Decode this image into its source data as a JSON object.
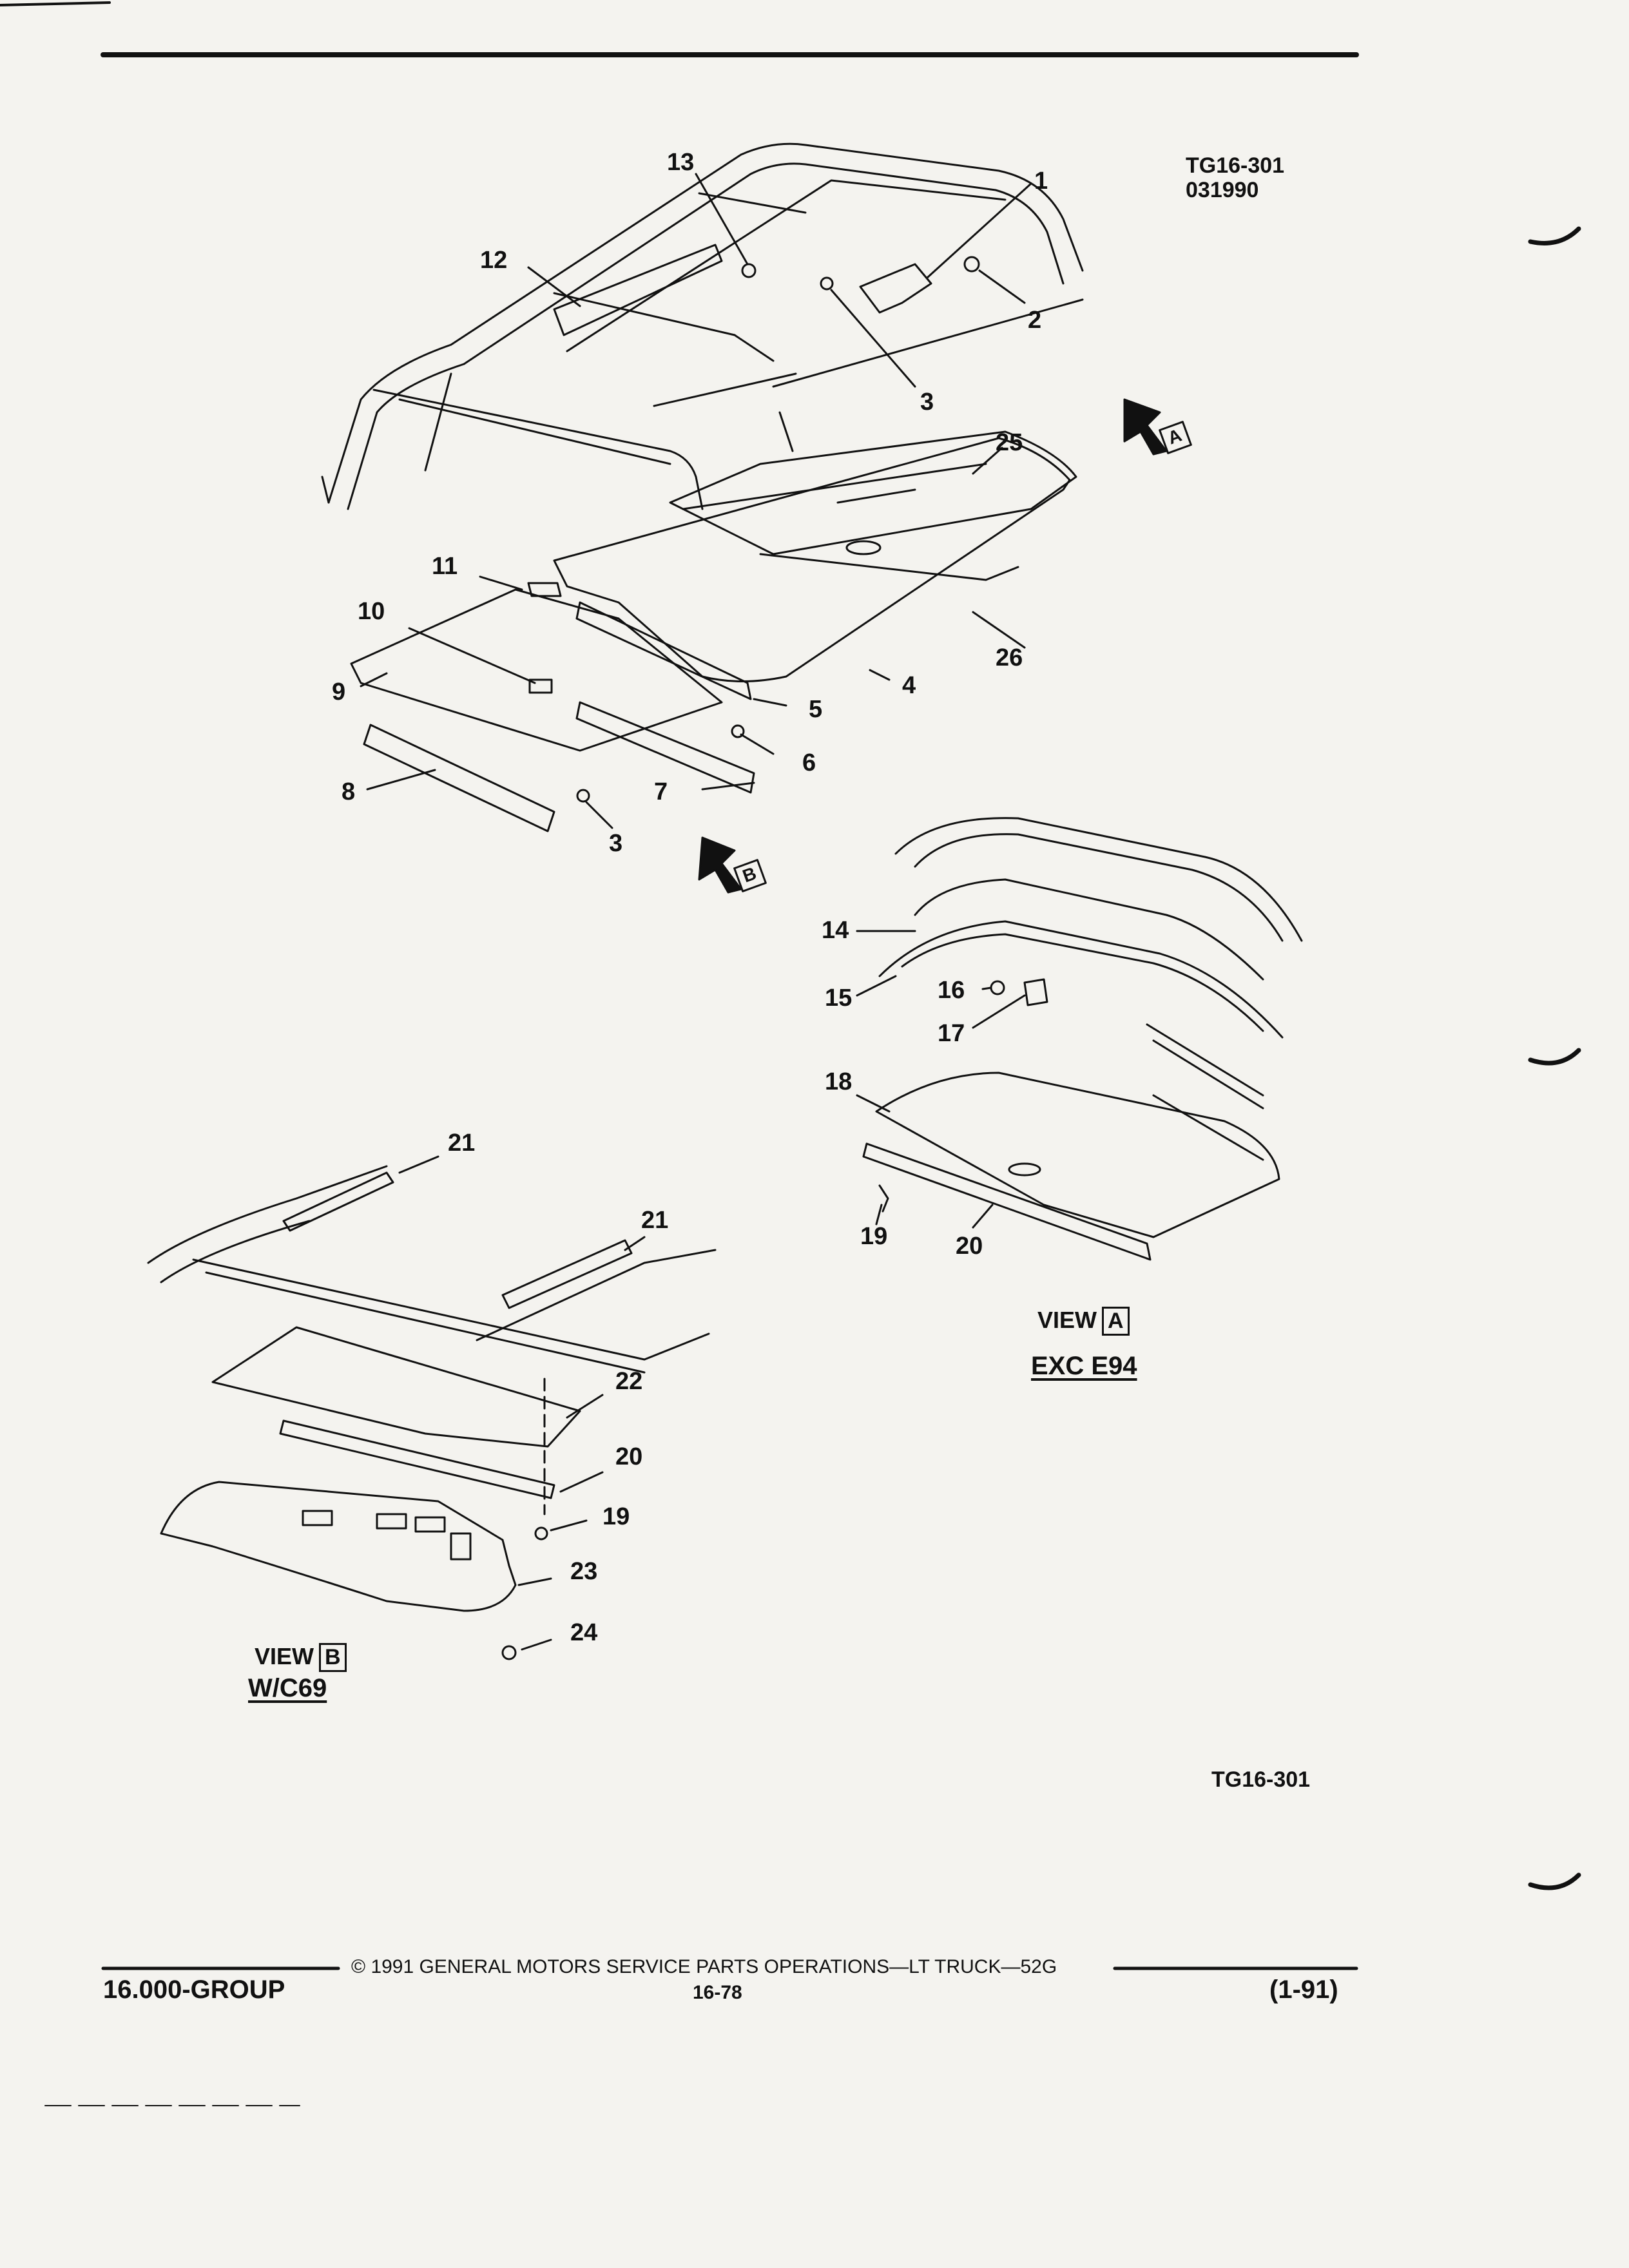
{
  "header": {
    "code": "TG16-301",
    "date": "031990"
  },
  "callouts": {
    "c1": "1",
    "c2": "2",
    "c3a": "3",
    "c3b": "3",
    "c4": "4",
    "c5": "5",
    "c6": "6",
    "c7": "7",
    "c8": "8",
    "c9": "9",
    "c10": "10",
    "c11": "11",
    "c12": "12",
    "c13": "13",
    "c14": "14",
    "c15": "15",
    "c16": "16",
    "c17": "17",
    "c18": "18",
    "c19a": "19",
    "c20a": "20",
    "c21a": "21",
    "c21b": "21",
    "c22": "22",
    "c20b": "20",
    "c19b": "19",
    "c23": "23",
    "c24": "24",
    "c25": "25",
    "c26": "26"
  },
  "view_markers": {
    "a": "A",
    "b": "B"
  },
  "view_a": {
    "label": "VIEW",
    "letter": "A",
    "caption": "EXC E94"
  },
  "view_b": {
    "label": "VIEW",
    "letter": "B",
    "caption": "W/C69"
  },
  "figure_code": "TG16-301",
  "footer": {
    "copyright": "© 1991 GENERAL MOTORS SERVICE PARTS OPERATIONS—LT TRUCK—52G",
    "group": "16.000-GROUP",
    "page": "16-78",
    "revision": "(1-91)"
  }
}
